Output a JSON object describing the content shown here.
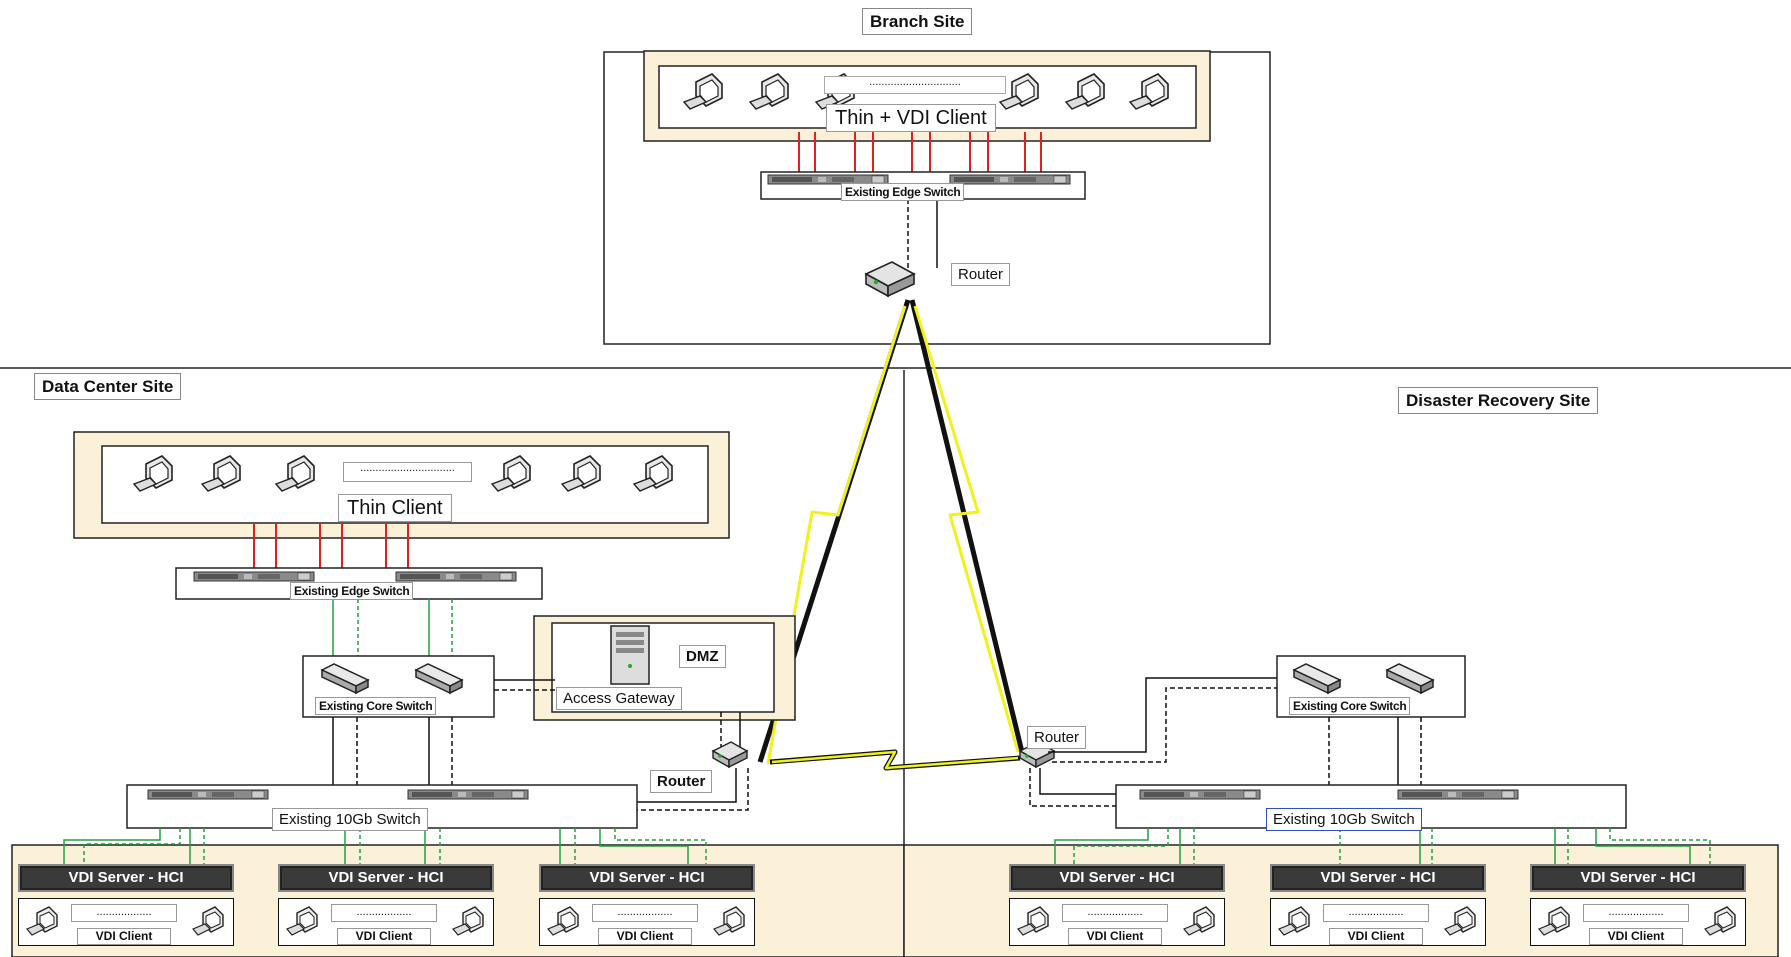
{
  "sites": {
    "branch": "Branch Site",
    "datacenter": "Data Center Site",
    "dr": "Disaster Recovery Site"
  },
  "labels": {
    "branch_clients": "Thin + VDI Client",
    "branch_dots": "..............................",
    "branch_switch": "Existing Edge Switch",
    "branch_router": "Router",
    "dc_clients": "Thin Client",
    "dc_dots": "...............................",
    "dc_edge_switch": "Existing Edge Switch",
    "dc_core_switch": "Existing Core Switch",
    "dmz": "DMZ",
    "access_gateway": "Access Gateway",
    "dc_router": "Router",
    "dc_10gb_switch": "Existing 10Gb Switch",
    "dr_router": "Router",
    "dr_core_switch": "Existing Core Switch",
    "dr_10gb_switch": "Existing 10Gb Switch"
  },
  "vdi_server_label": "VDI Server - HCI",
  "vdi_client_label": "VDI Client",
  "vdi_client_dots": "..................",
  "dc_servers": [
    "VDI Server - HCI",
    "VDI Server - HCI",
    "VDI Server - HCI"
  ],
  "dr_servers": [
    "VDI Server - HCI",
    "VDI Server - HCI",
    "VDI Server - HCI"
  ],
  "colors": {
    "site_box_fill": "#fbf0d8",
    "red_link": "#e02020",
    "green_link": "#22a040",
    "wan_bolt": "#f2f21a"
  },
  "icons": [
    "thin-client-icon",
    "router-icon",
    "switch-icon",
    "server-tower-icon",
    "vdi-client-pc-icon",
    "wan-bolt-icon"
  ]
}
